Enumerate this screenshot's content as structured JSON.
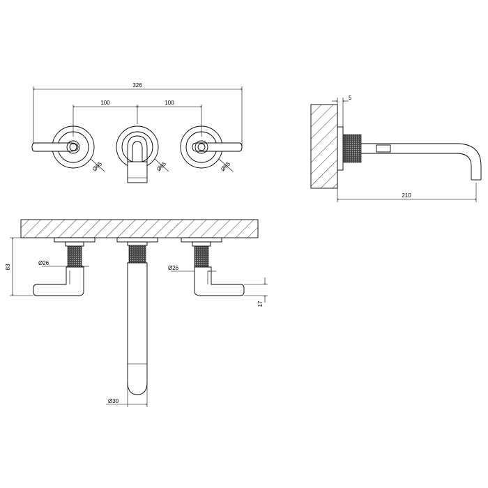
{
  "dimensions": {
    "overall_width": "326",
    "spacing_left": "100",
    "spacing_right": "100",
    "diam_left_plate": "Ø65",
    "diam_center_plate": "Ø65",
    "diam_right_plate": "Ø65",
    "wall_plate_thickness": "5",
    "spout_projection": "210",
    "handle_height": "83",
    "diam_left_stem": "Ø26",
    "diam_right_stem": "Ø26",
    "lever_thickness": "17",
    "spout_diameter": "Ø30"
  }
}
